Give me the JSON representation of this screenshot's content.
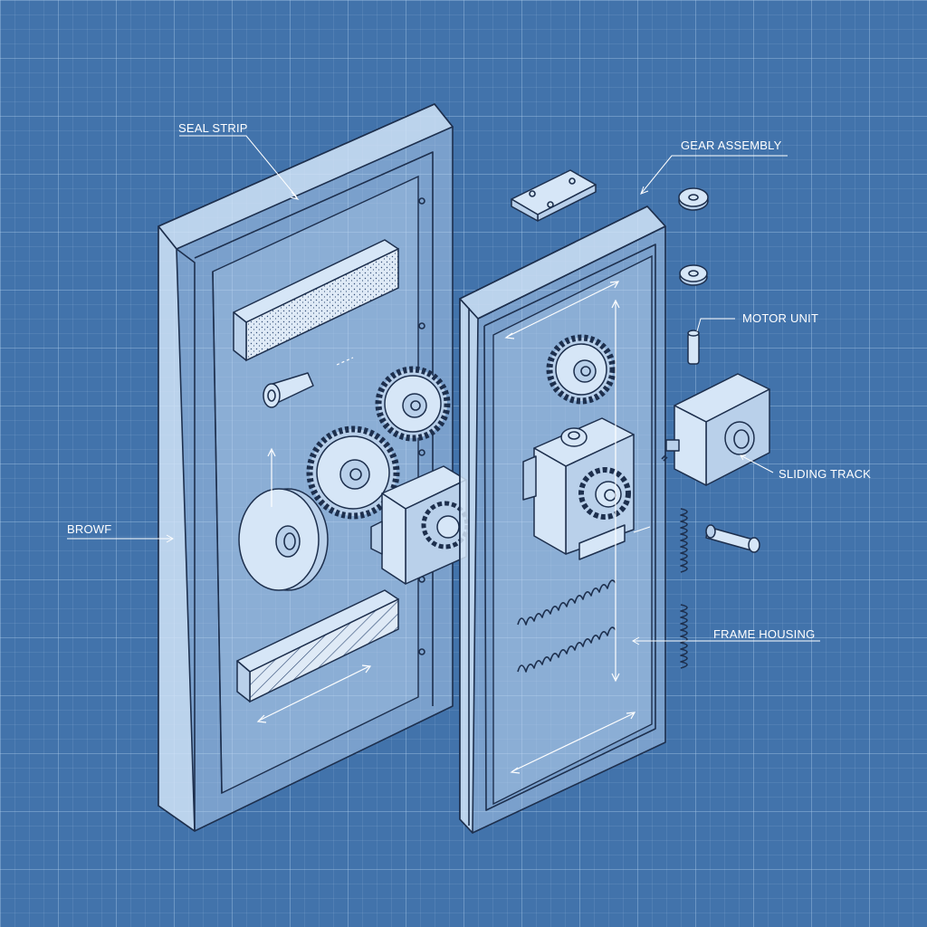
{
  "diagram": {
    "labels": {
      "seal_strip": "SEAL STRIP",
      "gear_assembly": "GEAR ASSEMBLY",
      "motor_unit": "MOTOR UNIT",
      "sliding_track": "SLIDING TRACK",
      "frame_housing": "FRAME HOUSING",
      "browf": "BROWF"
    },
    "colors": {
      "background": "#4273ab",
      "line": "#1d2f4d",
      "label": "#ffffff",
      "part_fill": "#d6e6f7"
    }
  }
}
